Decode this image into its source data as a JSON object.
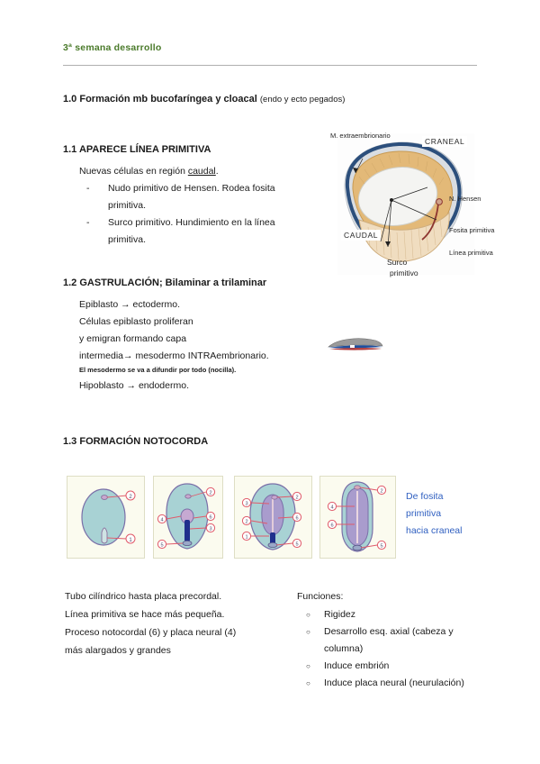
{
  "header": {
    "title": "3ª semana desarrollo"
  },
  "sections": {
    "s10": {
      "number": "1.0",
      "title": "Formación mb bucofaríngea y cloacal",
      "paren": "(endo y ecto pegados)"
    },
    "s11": {
      "heading": "1.1 APARECE LÍNEA PRIMITIVA",
      "lead_pre": "Nuevas células en región ",
      "lead_underlined": "caudal",
      "lead_post": ".",
      "bullets": [
        "Nudo primitivo de Hensen. Rodea fosita",
        "primitiva.",
        "Surco primitivo. Hundimiento en la línea",
        "primitiva."
      ],
      "bullet_marker": "-"
    },
    "s12": {
      "heading": "1.2 GASTRULACIÓN; Bilaminar a trilaminar",
      "lines": [
        "Epiblasto → ectodermo.",
        "Células epiblasto proliferan",
        "y emigran formando capa",
        "intermedia→ mesodermo INTRAembrionario."
      ],
      "small_note": "El mesodermo se va a difundir por todo (nocilla).",
      "last_line": "Hipoblasto → endodermo."
    },
    "s13": {
      "heading": "1.3 FORMACIÓN NOTOCORDA",
      "blue_note": [
        "De fosita",
        "primitiva",
        "hacia craneal"
      ],
      "left_lines": [
        "Tubo cilíndrico hasta placa precordal.",
        "Línea primitiva se hace más pequeña.",
        "Proceso notocordal (6) y placa neural (4)",
        " más alargados y grandes"
      ],
      "right_title": "Funciones:",
      "right_bullets": [
        "Rigidez",
        "Desarrollo esq. axial (cabeza y",
        "columna)",
        "Induce embrión",
        "Induce placa neural (neurulación)"
      ],
      "right_marker": "○"
    }
  },
  "embryo_figure": {
    "labels": {
      "extraembryonic": "M. extraembrionario",
      "craneal": "CRANEAL",
      "hensen": "N. Hensen",
      "fosita": "Fosita primitiva",
      "linea": "Línea primitiva",
      "caudal": "CAUDAL",
      "surco_l1": "Surco",
      "surco_l2": "primitivo"
    }
  },
  "notochord_panels": [
    {
      "name": "panel-1",
      "callouts": [
        "2",
        "1"
      ]
    },
    {
      "name": "panel-2",
      "callouts": [
        "2",
        "4",
        "6",
        "3",
        "5"
      ]
    },
    {
      "name": "panel-3",
      "callouts": [
        "3",
        "2",
        "2",
        "6",
        "1",
        "5"
      ]
    },
    {
      "name": "panel-4",
      "callouts": [
        "2",
        "4",
        "6",
        "5"
      ]
    }
  ],
  "colors": {
    "header_green": "#4a7a2a",
    "blue_note": "#2f5fc0",
    "panel_bg": "#fbfbef",
    "disc_teal": "#a8d2d4",
    "disc_violet": "#9b93c9",
    "callout_red": "#e05a6a"
  }
}
